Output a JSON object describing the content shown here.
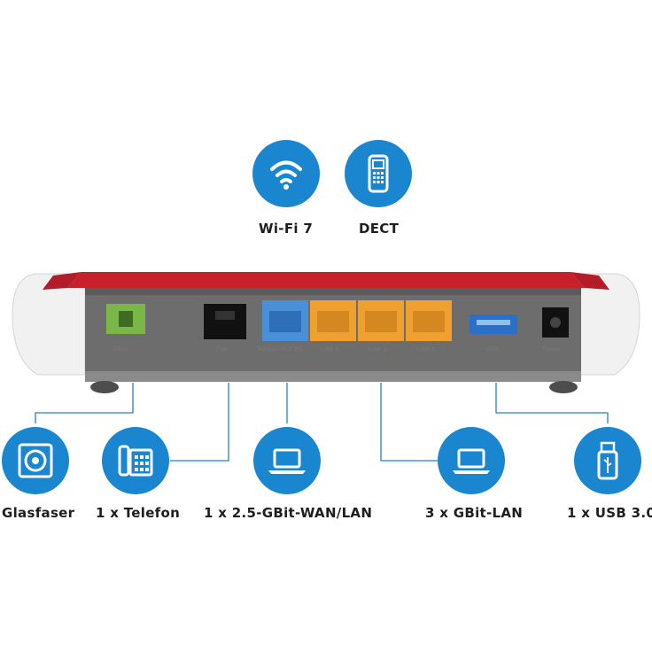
{
  "features_top": [
    {
      "label": "Wi-Fi 7",
      "icon": "wifi-icon"
    },
    {
      "label": "DECT",
      "icon": "dect-phone-icon"
    }
  ],
  "features_bottom": [
    {
      "label": "Glasfaser",
      "icon": "fiber-socket-icon"
    },
    {
      "label": "1 x Telefon",
      "icon": "telephone-icon"
    },
    {
      "label": "1 x 2.5-GBit-WAN/LAN",
      "icon": "laptop-icon"
    },
    {
      "label": "3 x GBit-LAN",
      "icon": "laptop-icon"
    },
    {
      "label": "1 x USB 3.0",
      "icon": "usb-stick-icon"
    }
  ],
  "router": {
    "port_labels": [
      "Fiber",
      "Fon",
      "WAN/LAN 2.5G",
      "LAN 1",
      "LAN 2",
      "LAN 3",
      "USB",
      "Power"
    ]
  },
  "colors": {
    "icon_blue": "#1a86cf",
    "router_red": "#c8202b",
    "router_body": "#6b6b6b",
    "fiber_port": "#7ab648",
    "wan_port": "#4a90d9",
    "lan_port": "#f0a030",
    "connector_line": "#2a7fc4"
  }
}
